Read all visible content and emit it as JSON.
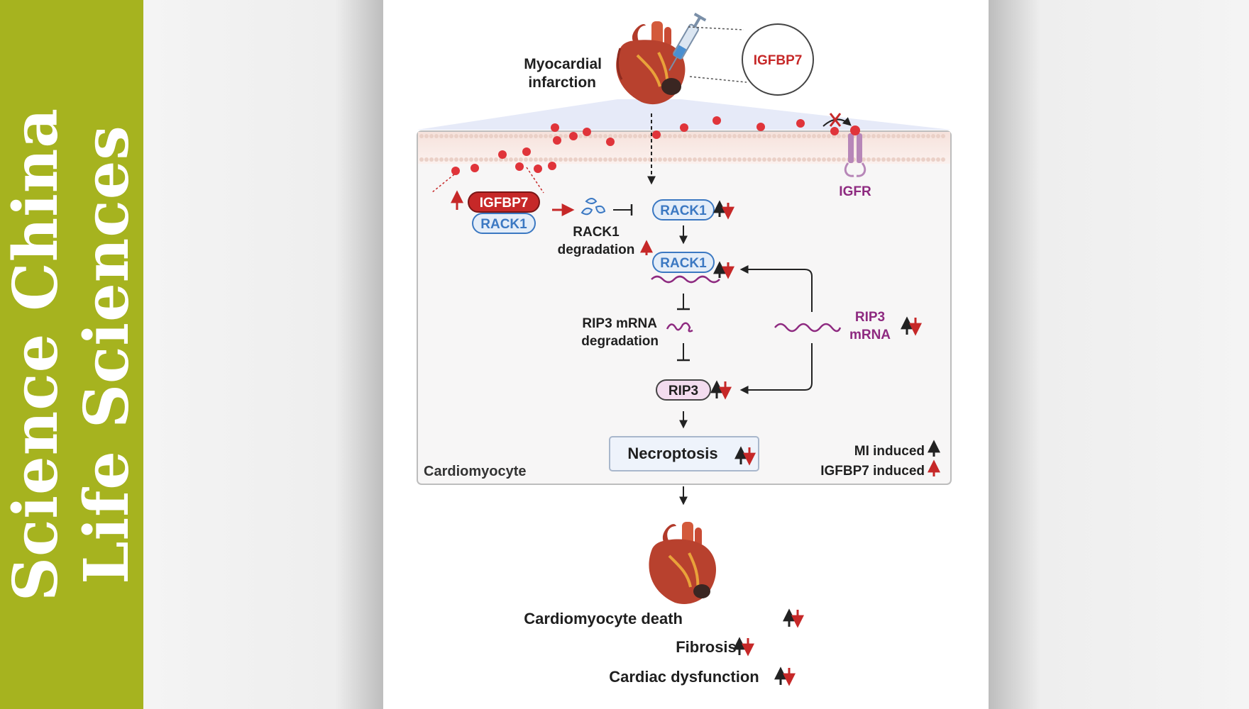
{
  "journal": {
    "line1": "Science China",
    "line2": "Life Sciences"
  },
  "diagram": {
    "mi_label_line1": "Myocardial",
    "mi_label_line2": "infarction",
    "injection_label": "IGFBP7",
    "receptor_label": "IGFR",
    "complex_top": "IGFBP7",
    "complex_bottom": "RACK1",
    "degradation_line1": "RACK1",
    "degradation_line2": "degradation",
    "rack1_protein": "RACK1",
    "rack1_bound": "RACK1",
    "rip3_degradation_line1": "RIP3 mRNA",
    "rip3_degradation_line2": "degradation",
    "rip3_mrna_line1": "RIP3",
    "rip3_mrna_line2": "mRNA",
    "rip3": "RIP3",
    "necroptosis": "Necroptosis",
    "cell_label": "Cardiomyocyte",
    "legend_mi": "MI induced",
    "legend_igfbp7": "IGFBP7 induced",
    "outcome_death": "Cardiomyocyte death",
    "outcome_fibrosis": "Fibrosis",
    "outcome_dysfunction": "Cardiac dysfunction"
  },
  "colors": {
    "journal_green": "#a6b31f",
    "igfbp7_red": "#c62828",
    "rack1_blue": "#3b78c2",
    "rip3_purple": "#8e2a80",
    "arrow_dark": "#222222"
  }
}
